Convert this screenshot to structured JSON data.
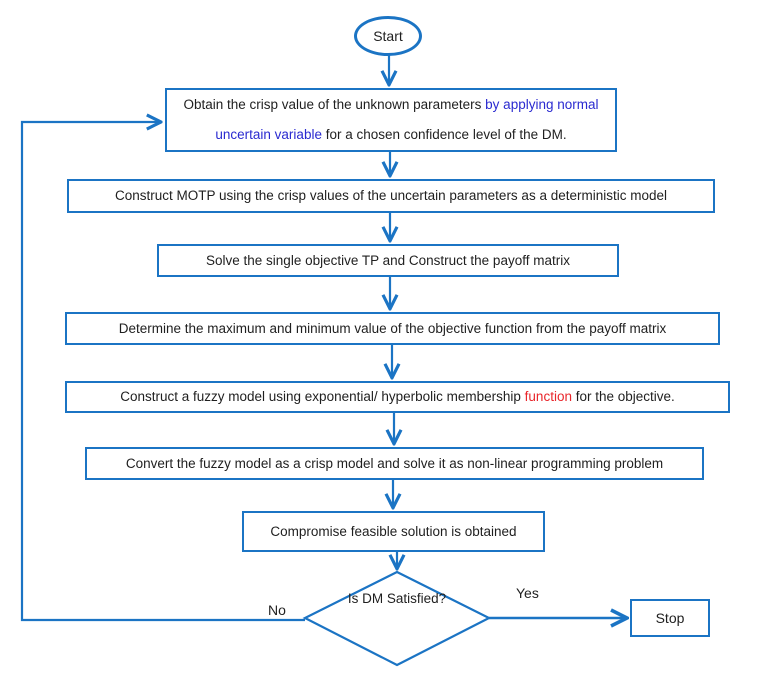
{
  "colors": {
    "line_blue": "#1b74c4",
    "text_black": "#1f1f1f",
    "text_blue": "#2a2ad0",
    "text_red": "#e9262b"
  },
  "flowchart": {
    "start_label": "Start",
    "step1_line1": [
      {
        "text": "Obtain the crisp value of the unknown parameters ",
        "color": "#1f1f1f"
      },
      {
        "text": "by applying normal",
        "color": "#2a2ad0"
      }
    ],
    "step1_line2": [
      {
        "text": "uncertain variable",
        "color": "#2a2ad0"
      },
      {
        "text": " for a chosen confidence level of the DM.",
        "color": "#1f1f1f"
      }
    ],
    "step2_label": "Construct MOTP using the crisp values of the uncertain parameters as a deterministic model",
    "step3_label": "Solve the single objective TP and Construct the payoff matrix",
    "step4_label": "Determine the maximum and minimum value of the objective function from the payoff matrix",
    "step5_segments": [
      {
        "text": "Construct a fuzzy model using exponential/ hyperbolic membership ",
        "color": "#1f1f1f"
      },
      {
        "text": "function",
        "color": "#e9262b"
      },
      {
        "text": " for the objective.",
        "color": "#1f1f1f"
      }
    ],
    "step6_label": "Convert the fuzzy model as a crisp model and solve it as non-linear programming problem",
    "step7_label": "Compromise feasible solution is obtained",
    "decision_label": "Is DM Satisfied?",
    "yes_label": "Yes",
    "no_label": "No",
    "stop_label": "Stop"
  }
}
